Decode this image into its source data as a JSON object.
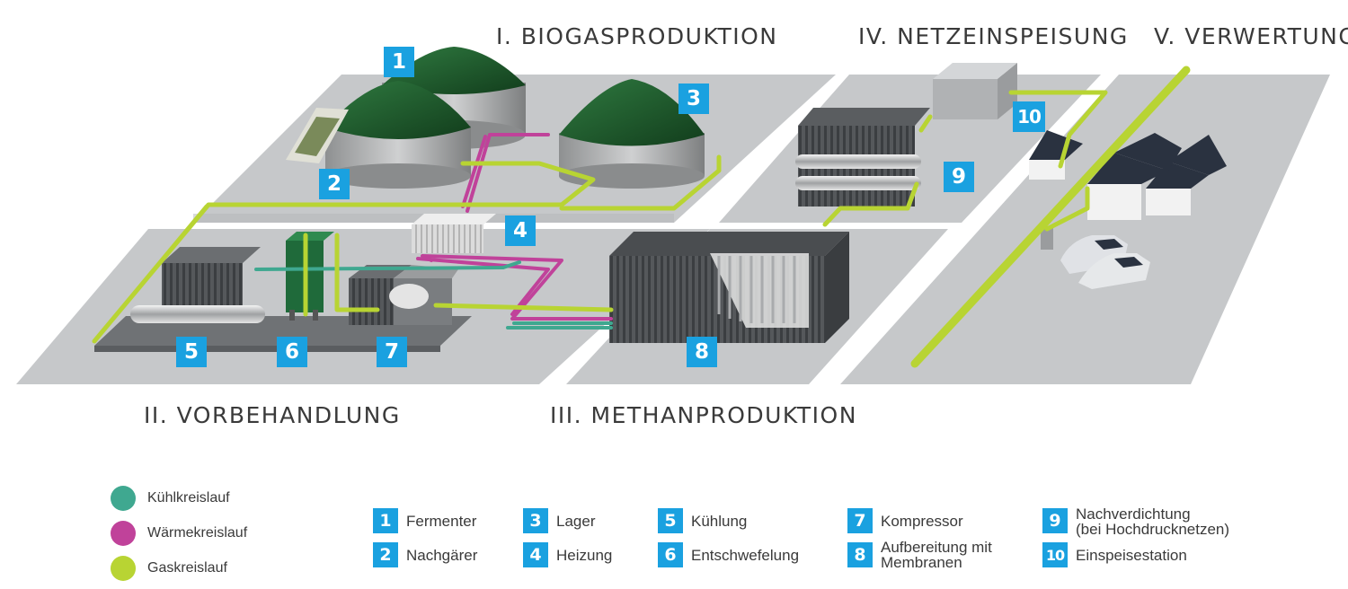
{
  "sections": {
    "biogas": "I. BIOGASPRODUKTION",
    "pretreatment": "II. VORBEHANDLUNG",
    "methane": "III. METHANPRODUKTION",
    "grid": "IV. NETZEINSPEISUNG",
    "usage": "V. VERWERTUNG"
  },
  "diagram_badges": {
    "b1": "1",
    "b2": "2",
    "b3": "3",
    "b4": "4",
    "b5": "5",
    "b6": "6",
    "b7": "7",
    "b8": "8",
    "b9": "9",
    "b10": "10"
  },
  "circuits": [
    {
      "label": "Kühlkreislauf",
      "color": "#3fa890"
    },
    {
      "label": "Wärmekreislauf",
      "color": "#c0429a"
    },
    {
      "label": "Gaskreislauf",
      "color": "#b8d433"
    }
  ],
  "legend": [
    {
      "num": "1",
      "label": "Fermenter"
    },
    {
      "num": "2",
      "label": "Nachgärer"
    },
    {
      "num": "3",
      "label": "Lager"
    },
    {
      "num": "4",
      "label": "Heizung"
    },
    {
      "num": "5",
      "label": "Kühlung"
    },
    {
      "num": "6",
      "label": "Entschwefelung"
    },
    {
      "num": "7",
      "label": "Kompressor"
    },
    {
      "num": "8",
      "label": "Aufbereitung mit",
      "label2": "Membranen"
    },
    {
      "num": "9",
      "label": "Nachverdichtung",
      "label2": "(bei Hochdrucknetzen)"
    },
    {
      "num": "10",
      "label": "Einspeisestation"
    }
  ],
  "colors": {
    "badge": "#1aa1e0",
    "platform": "#c6c8ca",
    "digester_roof": "#1f5a2e",
    "gas_pipe": "#b8d433",
    "heat_pipe": "#c0429a",
    "cool_pipe": "#3fa890"
  }
}
